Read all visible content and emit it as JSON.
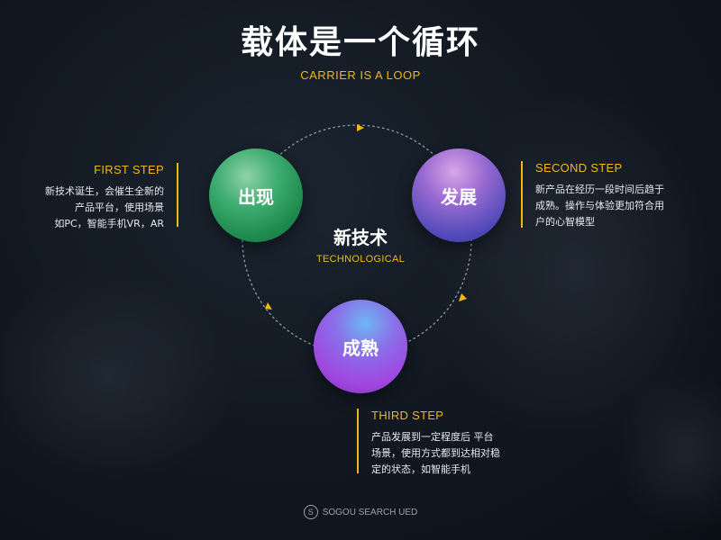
{
  "page": {
    "title": "载体是一个循环",
    "subtitle": "CARRIER IS A LOOP"
  },
  "diagram": {
    "center": {
      "title": "新技术",
      "subtitle": "TECHNOLOGICAL"
    },
    "nodes": [
      {
        "label": "出现"
      },
      {
        "label": "发展"
      },
      {
        "label": "成熟"
      }
    ],
    "steps": [
      {
        "heading": "FIRST STEP",
        "lines": [
          "新技术诞生，会催生全新的",
          "产品平台，使用场景",
          "如PC，智能手机VR，AR"
        ]
      },
      {
        "heading": "SECOND STEP",
        "lines": [
          "新产品在经历一段时间后趋于",
          "成熟。操作与体验更加符合用",
          "户的心智模型"
        ]
      },
      {
        "heading": "THIRD STEP",
        "lines": [
          "产品发展到一定程度后 平台",
          "场景，使用方式都到达相对稳",
          "定的状态，如智能手机"
        ]
      }
    ]
  },
  "footer": {
    "logo_glyph": "S",
    "text": "SOGOU SEARCH UED"
  },
  "colors": {
    "accent": "#f2b712",
    "background": "#121922",
    "node_emerge": "#3fae71",
    "node_develop": "#5a4cc0",
    "node_mature": "#a047e0"
  }
}
